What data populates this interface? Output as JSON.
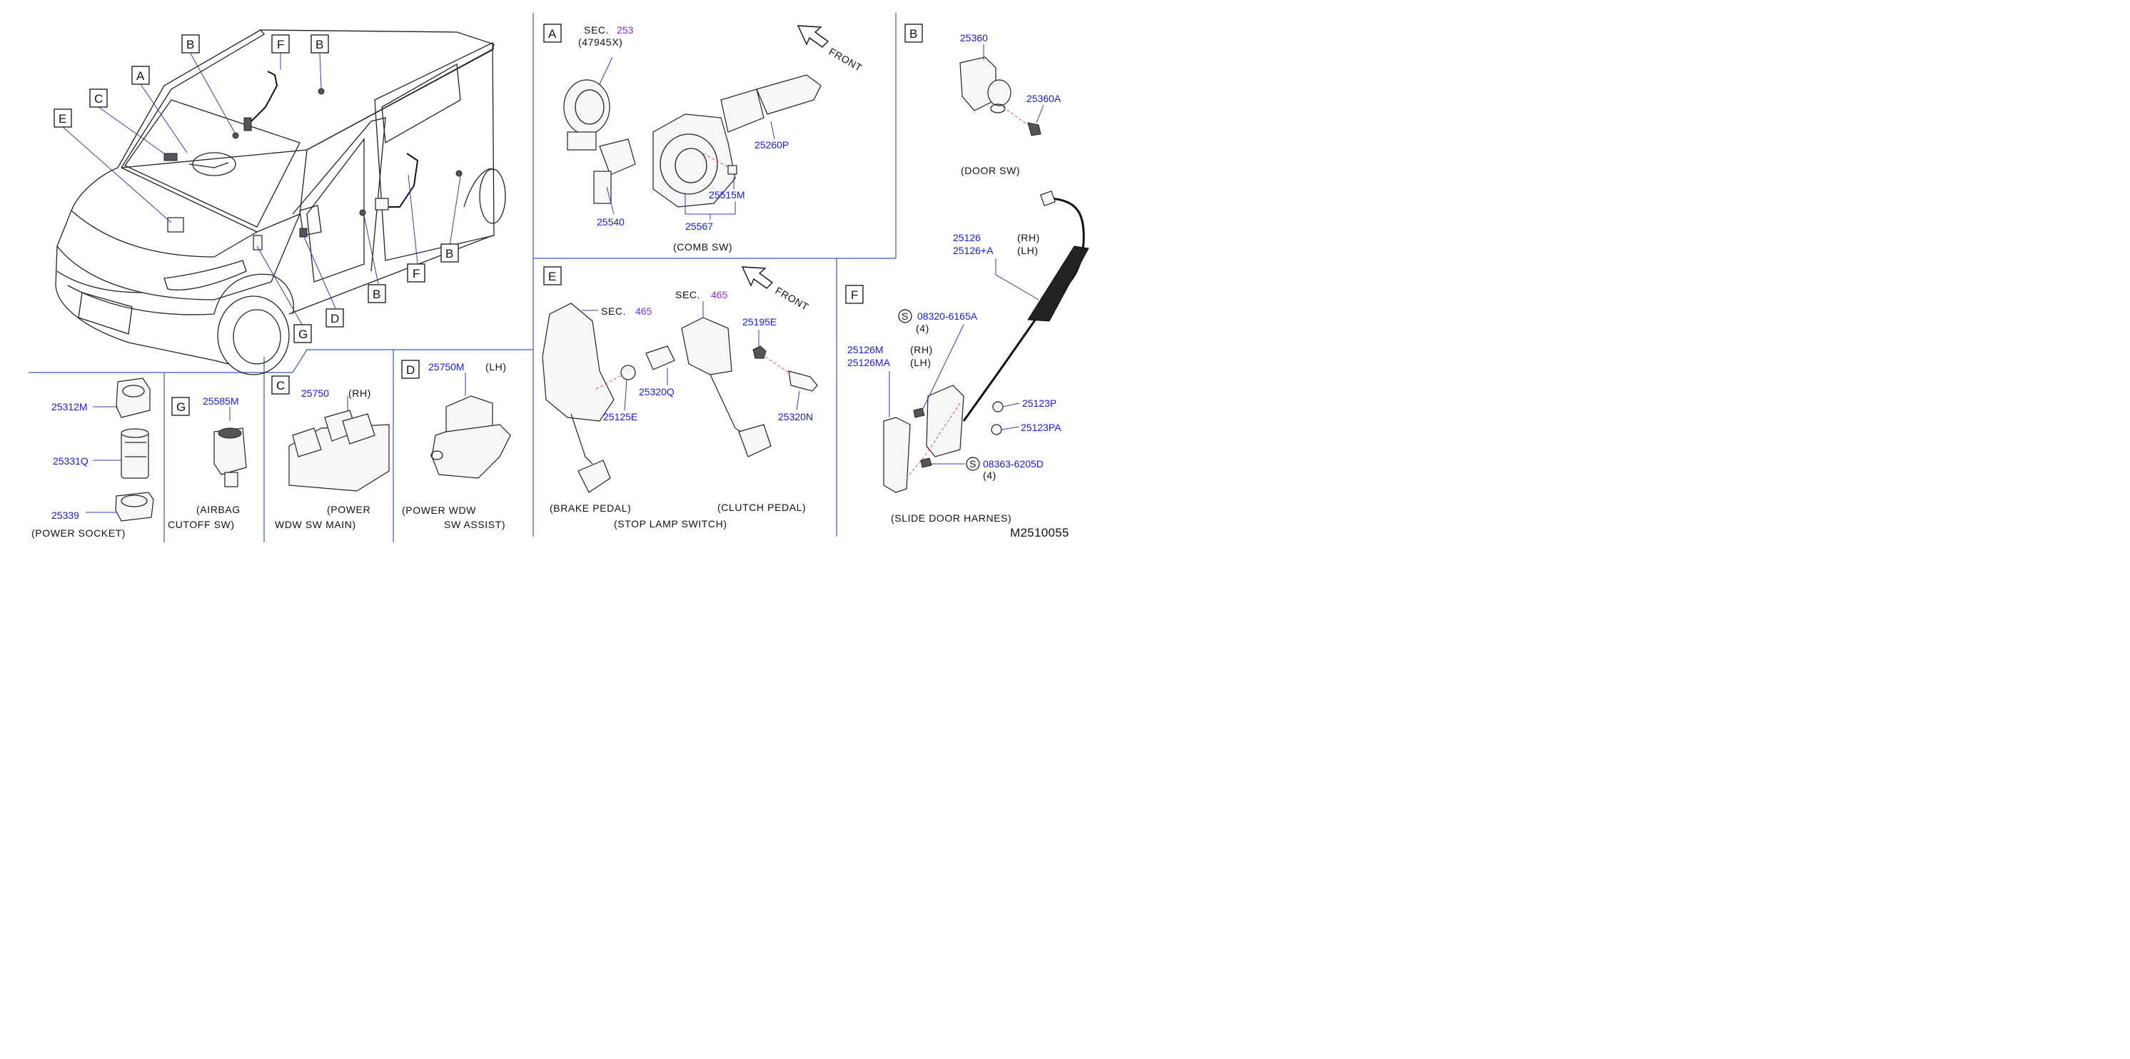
{
  "diagram_id": "M2510055",
  "boxes": {
    "A": "A",
    "B": "B",
    "C": "C",
    "D": "D",
    "E": "E",
    "F": "F",
    "G": "G"
  },
  "section_a": {
    "sec_label": "SEC.",
    "sec_number": "253",
    "sec_ref": "(47945X)",
    "front": "FRONT",
    "parts": [
      "25260P",
      "25515M",
      "25540",
      "25567"
    ],
    "caption": "(COMB   SW)"
  },
  "section_b": {
    "parts": [
      "25360",
      "25360A"
    ],
    "caption": "(DOOR   SW)"
  },
  "section_e": {
    "sec_label_1": "SEC.",
    "sec_number_1": "465",
    "sec_label_2": "SEC.",
    "sec_number_2": "465",
    "front": "FRONT",
    "parts": [
      "25195E",
      "25320Q",
      "25125E",
      "25320N"
    ],
    "caption_brake": "(BRAKE    PEDAL)",
    "caption_clutch": "(CLUTCH    PEDAL)",
    "caption_stop": "(STOP    LAMP    SWITCH)"
  },
  "section_f": {
    "harness_rh": "25126",
    "harness_lh": "25126+A",
    "rh": "(RH)",
    "lh": "(LH)",
    "screw1_symbol": "S",
    "screw1": "08320-6165A",
    "screw1_qty": "(4)",
    "conn_rh": "25126M",
    "conn_lh": "25126MA",
    "conn_rh_tag": "(RH)",
    "conn_lh_tag": "(LH)",
    "clip1": "25123P",
    "clip2": "25123PA",
    "screw2_symbol": "S",
    "screw2": "08363-6205D",
    "screw2_qty": "(4)",
    "caption": "(SLIDE    DOOR    HARNES)"
  },
  "section_power_socket": {
    "parts": [
      "25312M",
      "25331Q",
      "25339"
    ],
    "caption": "(POWER    SOCKET)"
  },
  "section_g": {
    "part": "25585M",
    "caption_1": "(AIRBAG",
    "caption_2": "CUTOFF   SW)"
  },
  "section_c": {
    "part": "25750",
    "tag": "(RH)",
    "caption_1": "(POWER",
    "caption_2": "WDW    SW    MAIN)"
  },
  "section_d": {
    "part": "25750M",
    "tag": "(LH)",
    "caption_1": "(POWER    WDW",
    "caption_2": "SW    ASSIST)"
  },
  "colors": {
    "part_number": "#1a1ad6",
    "section_ref": "#8a2be2",
    "frame": "#3b5bb5",
    "leader": "#3a3aa8"
  }
}
